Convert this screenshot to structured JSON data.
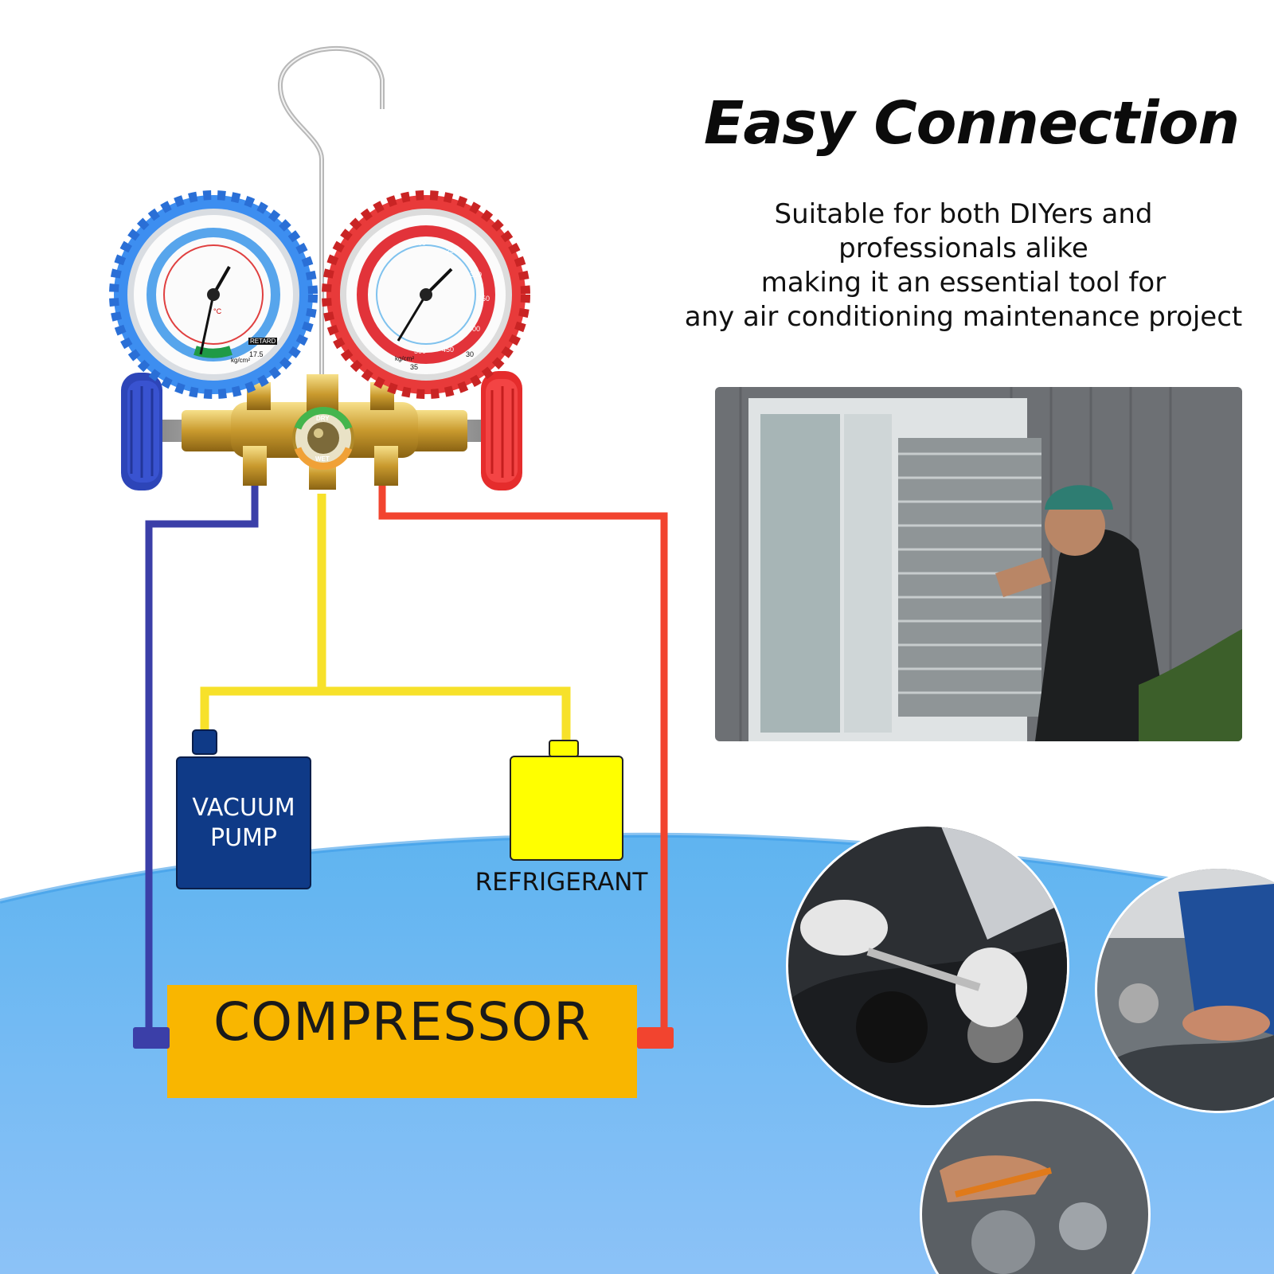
{
  "headline": "Easy Connection",
  "description_lines": [
    "Suitable for both DIYers and",
    "professionals alike",
    "making it an essential tool for",
    "any air conditioning maintenance project"
  ],
  "diagram": {
    "vacuum_pump_label": "VACUUM\nPUMP",
    "refrigerant_label": "REFRIGERANT",
    "compressor_label": "COMPRESSOR"
  },
  "gauges": {
    "low_side_gauge_markings": [
      "°C",
      "kg/cm²",
      "RETARD",
      "17.5"
    ],
    "high_side_gauge_markings": [
      "200",
      "250",
      "300",
      "350",
      "400",
      "450",
      "500",
      "kg/cm²",
      "35",
      "30"
    ],
    "sight_glass_labels": [
      "DRY",
      "WET"
    ]
  },
  "colors": {
    "low_side_hose": "#3b3fa8",
    "high_side_hose": "#f2442f",
    "charging_hose": "#f7e12a",
    "vacuum_pump": "#0f3a87",
    "refrigerant_tank": "#ffff00",
    "compressor": "#f9b600",
    "background_wave": "#74c0f4"
  }
}
